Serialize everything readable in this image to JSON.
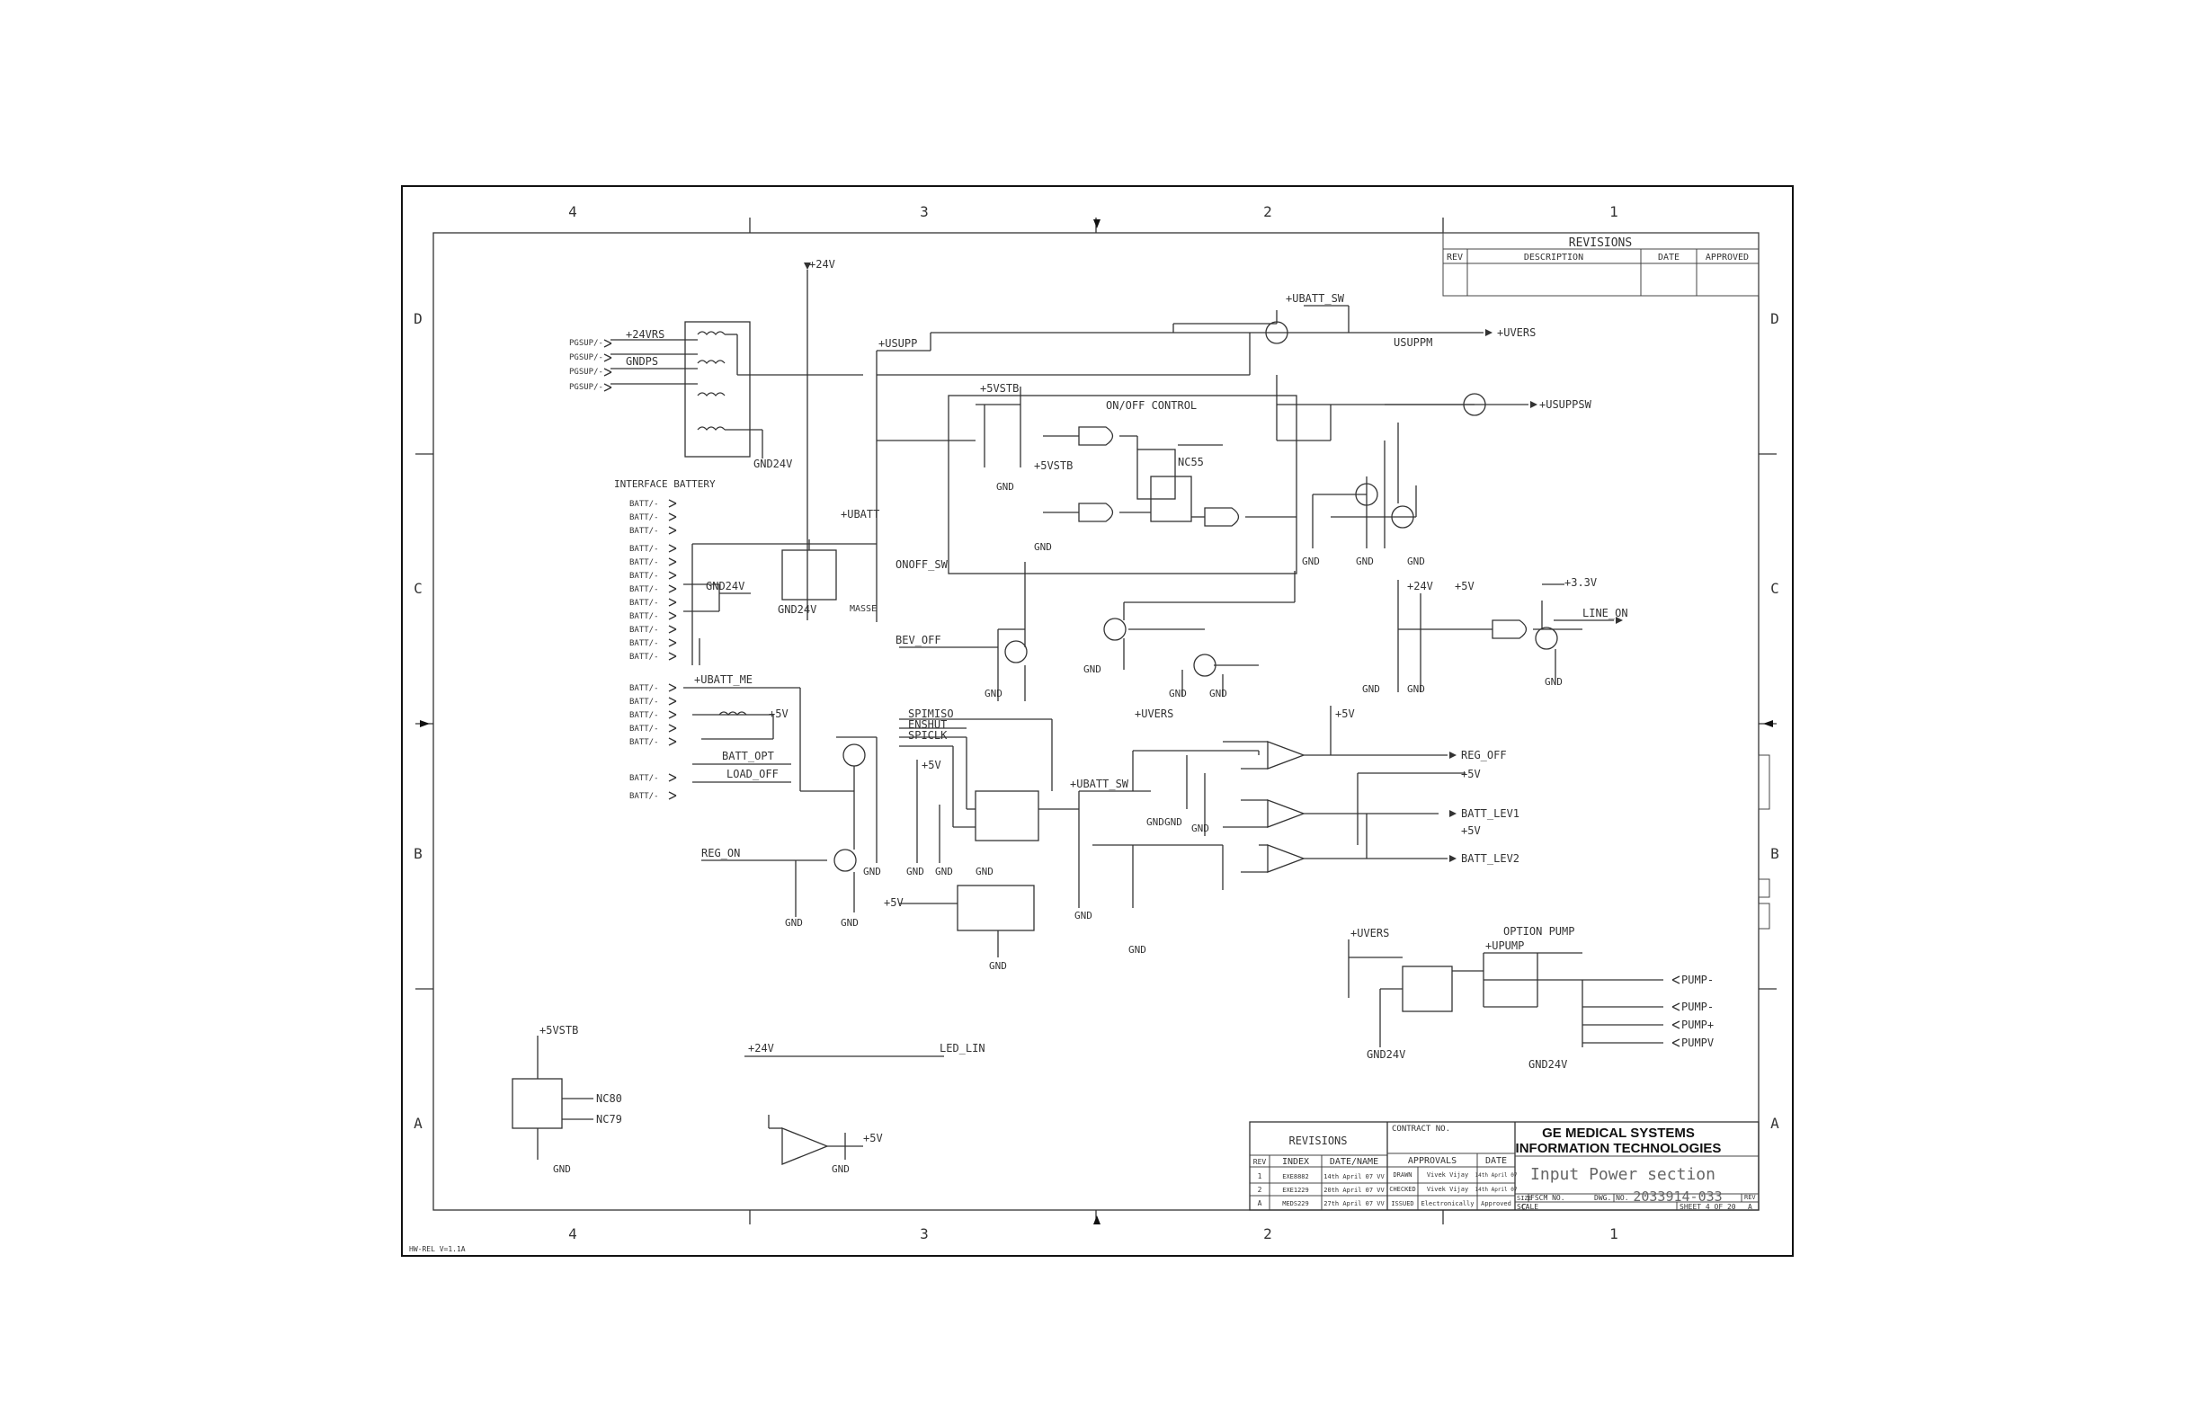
{
  "zones": {
    "cols": [
      "4",
      "3",
      "2",
      "1"
    ],
    "rows": [
      "D",
      "C",
      "B",
      "A"
    ]
  },
  "revisions_table": {
    "title": "REVISIONS",
    "headers": [
      "REV",
      "DESCRIPTION",
      "DATE",
      "APPROVED"
    ]
  },
  "blocks": {
    "onoff": "ON/OFF CONTROL",
    "iface": "INTERFACE BATTERY",
    "pump": "OPTION PUMP",
    "masse": "MASSE"
  },
  "nets": {
    "p24v": "+24V",
    "p24vrs": "+24VRS",
    "gndps": "GNDPS",
    "gnd24v": "GND24V",
    "usupp": "+USUPP",
    "ubatt_sw": "+UBATT_SW",
    "uvers": "+UVERS",
    "usuppm": "USUPPM",
    "usuppsw": "+USUPPSW",
    "p5vstb": "+5VSTB",
    "ubatt": "+UBATT",
    "onoff_sw": "ONOFF_SW",
    "bev_off": "BEV_OFF",
    "ubatt_me": "+UBATT_ME",
    "batt_opt": "BATT_OPT",
    "load_off": "LOAD_OFF",
    "reg_on": "REG_ON",
    "reg_off": "REG_OFF",
    "batt_lev1": "BATT_LEV1",
    "batt_lev2": "BATT_LEV2",
    "line_on": "LINE_ON",
    "p33v": "+3.3V",
    "p5v": "+5V",
    "gnd": "GND",
    "spimiso": "SPIMISO",
    "enshut": "ENSHUT",
    "spiclk": "SPICLK",
    "upump": "+UPUMP",
    "led_lin": "LED_LIN",
    "pumpm": "PUMP-",
    "pumpp": "PUMP+",
    "pumpv": "PUMPV",
    "pgsupm": "PGSUP/-",
    "batt": "BATT/-",
    "nc80": "NC80",
    "nc79": "NC79",
    "nc55": "NC55"
  },
  "title_block": {
    "revisions_label": "REVISIONS",
    "rev_headers": [
      "REV",
      "INDEX",
      "DATE/NAME"
    ],
    "rev_rows": [
      {
        "rev": "1",
        "index": "EXE8882",
        "date": "14th April 07 VV"
      },
      {
        "rev": "2",
        "index": "EXE1229",
        "date": "20th April 07 VV"
      },
      {
        "rev": "A",
        "index": "MEDS229",
        "date": "27th April 07 VV"
      }
    ],
    "contract_label": "CONTRACT NO.",
    "approvals_label": "APPROVALS",
    "date_label": "DATE",
    "approvals": [
      {
        "role": "DRAWN",
        "name": "Vivek Vijay",
        "date": "14th April 07"
      },
      {
        "role": "CHECKED",
        "name": "Vivek Vijay",
        "date": "14th April 07"
      },
      {
        "role": "ISSUED",
        "name": "Electronically",
        "date": "Approved"
      }
    ],
    "company_line1": "GE MEDICAL SYSTEMS",
    "company_line2": "INFORMATION TECHNOLOGIES",
    "drawing_title": "Input Power section",
    "size_label": "SIZE",
    "size_value": "C",
    "fscm_label": "FSCM NO.",
    "dwg_label": "DWG. NO.",
    "dwg_number": "2033914-033",
    "rev_label": "REV",
    "rev_value": "A",
    "scale_label": "SCALE",
    "sheet": "SHEET 4 OF 20"
  },
  "footer_tag": "HW-REL V=1.1A"
}
